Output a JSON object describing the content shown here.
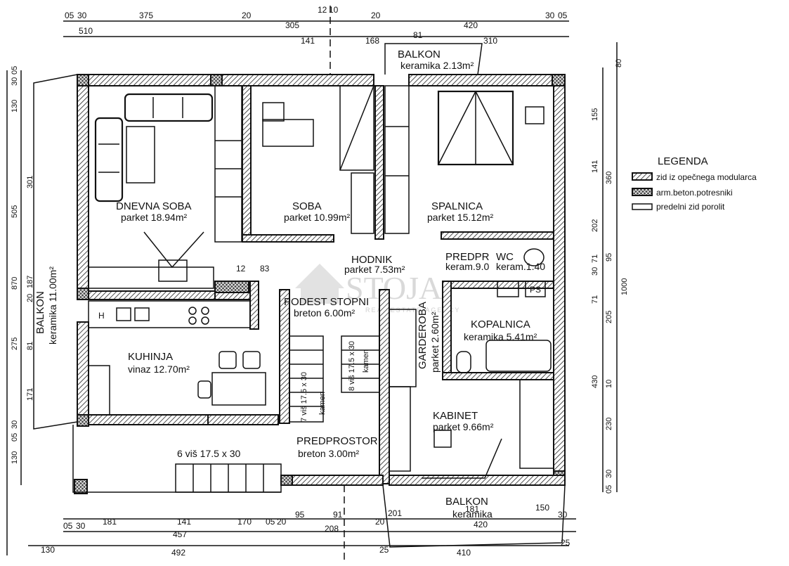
{
  "rooms": {
    "balkon_top": {
      "name": "BALKON",
      "floor": "keramika 2.13m²"
    },
    "dnevna": {
      "name": "DNEVNA SOBA",
      "floor": "parket 18.94m²"
    },
    "soba": {
      "name": "SOBA",
      "floor": "parket 10.99m²"
    },
    "spalnica": {
      "name": "SPALNICA",
      "floor": "parket 15.12m²"
    },
    "hodnik": {
      "name": "HODNIK",
      "floor": "parket 7.53m²"
    },
    "predpr": {
      "name": "PREDPR",
      "floor": "keram.9.0"
    },
    "wc": {
      "name": "WC",
      "floor": "keram.1.40"
    },
    "podest": {
      "name": "PODEST STOPNI",
      "floor": "breton 6.00m²"
    },
    "kuhinja": {
      "name": "KUHINJA",
      "floor": "vinaz 12.70m²"
    },
    "garderoba": {
      "name": "GARDEROBA",
      "floor": "parket 2.60m²"
    },
    "kopalnica": {
      "name": "KOPALNICA",
      "floor": "keramika 5.41m²"
    },
    "kabinet": {
      "name": "KABINET",
      "floor": "parket 9.66m²"
    },
    "predprostor": {
      "name": "PREDPROSTOR",
      "floor": "breton 3.00m²"
    },
    "balkon_left": {
      "name": "BALKON",
      "floor": "keramika 11.00m²"
    },
    "balkon_bottom": {
      "name": "BALKON",
      "floor": "keramika"
    }
  },
  "stairs": {
    "left": "6 viš 17.5 x 30",
    "mid": "7 viš 17.5 x 30",
    "mid_material": "kamen",
    "right": "8 viš 17.5 x 30",
    "right_material": "kamen"
  },
  "fixtures": {
    "ps": "PS",
    "hob": "H"
  },
  "legend": {
    "title": "LEGENDA",
    "items": [
      "zid iz opečnega modularca",
      "arm.beton.potresniki",
      "predelni zid porolit"
    ]
  },
  "dims": {
    "top_row1": [
      "05",
      "30",
      "375",
      "20",
      "12",
      "10",
      "305",
      "20",
      "420",
      "30",
      "05"
    ],
    "top_row2": [
      "510",
      "141",
      "168",
      "81",
      "310"
    ],
    "bottom_row1": [
      "181",
      "141",
      "170",
      "05",
      "20",
      "95",
      "91",
      "201",
      "181",
      "150",
      "30"
    ],
    "bottom_row2": [
      "05",
      "30",
      "457",
      "208",
      "20",
      "420"
    ],
    "bottom_row3": [
      "130",
      "492",
      "25",
      "410",
      "25"
    ],
    "left_outer": [
      "30",
      "05",
      "130",
      "301",
      "505",
      "187",
      "870",
      "20",
      "275",
      "81",
      "171",
      "30",
      "05",
      "130"
    ],
    "right": [
      "80",
      "155",
      "360",
      "141",
      "202",
      "71",
      "95",
      "30",
      "1000",
      "205",
      "71",
      "430",
      "10",
      "230",
      "05",
      "30"
    ],
    "interior": [
      "12",
      "83"
    ]
  },
  "watermark": {
    "main": "STOJA",
    "sub": "REAL ESTATE AGENCY"
  }
}
